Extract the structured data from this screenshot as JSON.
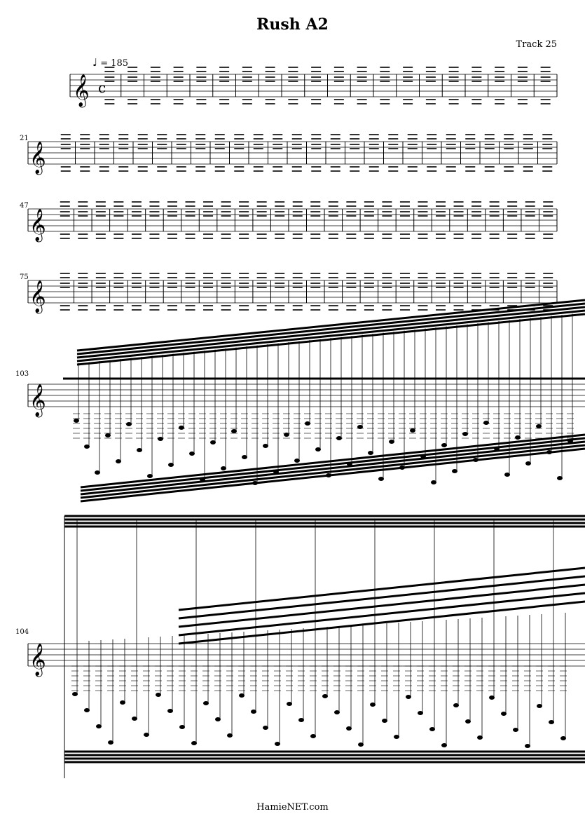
{
  "title": "Rush A2",
  "track": "Track 25",
  "tempo": {
    "symbol": "♩",
    "text": "= 185"
  },
  "measure_numbers": [
    "21",
    "47",
    "75",
    "103",
    "104"
  ],
  "footer": "HamieNET.com"
}
